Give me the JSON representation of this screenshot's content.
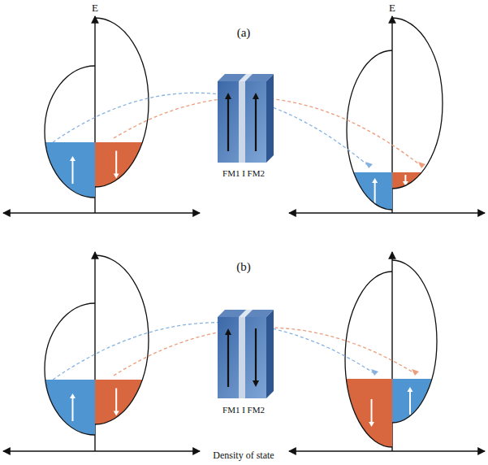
{
  "diagram": {
    "labels": [
      "E",
      "E",
      "(a)",
      "FM1 I FM2",
      "(b)",
      "FM1 I FM2",
      "Density of state"
    ]
  }
}
